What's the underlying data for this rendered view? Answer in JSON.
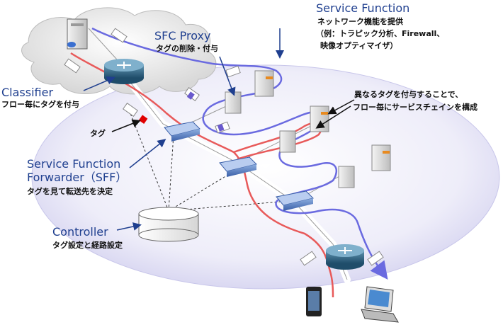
{
  "labels": {
    "service_function": {
      "title": "Service Function",
      "line1": "ネットワーク機能を提供",
      "line2": "（例：トラピック分析、Firewall、",
      "line3": "映像オプティマイザ）"
    },
    "sfc_proxy": {
      "title": "SFC Proxy",
      "line1": "タグの削除・付与"
    },
    "classifier": {
      "title": "Classifier",
      "line1": "フロー毎にタグを付与"
    },
    "tag": {
      "text": "タグ"
    },
    "sff": {
      "title1": "Service Function",
      "title2": "Forwarder（SFF）",
      "line1": "タグを見て転送先を決定"
    },
    "controller": {
      "title": "Controller",
      "line1": "タグ設定と経路設定"
    },
    "chain_note": {
      "line1": "異なるタグを付与することで、",
      "line2": "フロー毎にサービスチェインを構成"
    }
  },
  "colors": {
    "title": "#1f3f8f",
    "red_path": "#e85a5a",
    "blue_path": "#6a6ae0",
    "ellipse": "#dedcf4",
    "tag_red": "#e00000",
    "tag_violet": "#6a5acd"
  }
}
